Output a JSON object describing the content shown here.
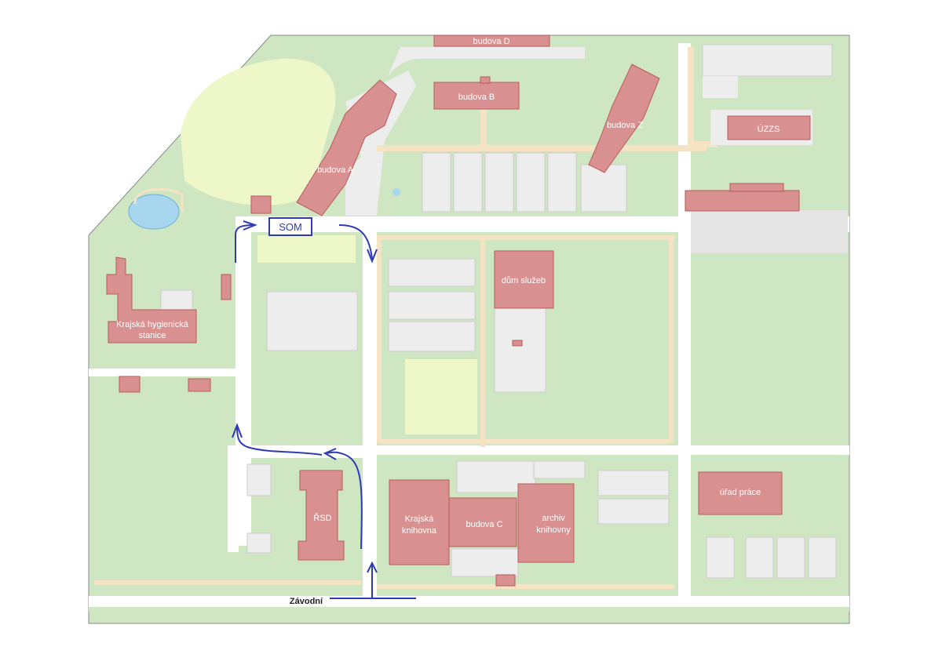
{
  "map": {
    "buildings": {
      "budova_d": "budova D",
      "budova_b": "budova B",
      "budova_a": "budova A",
      "budova_z": "budova Z",
      "uzzs": "ÚZZS",
      "dum_sluzeb": "dům služeb",
      "hygiena_1": "Krajská hygienická",
      "hygiena_2": "stanice",
      "rsd": "ŘSD",
      "knihovna_1": "Krajská",
      "knihovna_2": "knihovna",
      "budova_c": "budova C",
      "archiv_1": "archiv",
      "archiv_2": "knihovny",
      "urad_prace": "úřad práce"
    },
    "som_label": "SOM",
    "street": "Závodní",
    "colors": {
      "grass": "#cfe6c3",
      "building": "#d99090",
      "route": "#2e3bb8",
      "path": "#f6e3c4",
      "paved": "#ededed",
      "pond": "#a7d6ee",
      "field": "#eef7c8"
    }
  }
}
